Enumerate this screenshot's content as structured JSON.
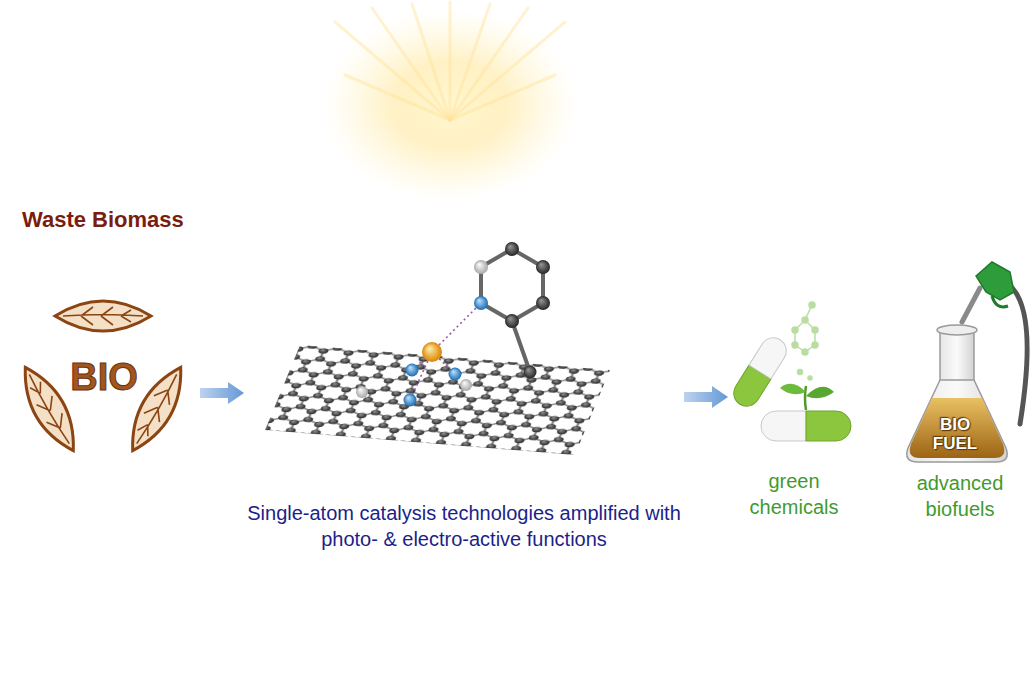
{
  "diagram": {
    "nodes": [
      {
        "text": [
          "BIO"
        ]
      },
      {
        "text": [
          "Single-atom catalysis technologies amplified with photo- & electro-active functions"
        ]
      },
      {
        "text": [
          "green chemicals"
        ]
      },
      {
        "text": [
          "BIO FUEL",
          "advanced biofuels"
        ]
      }
    ],
    "edges": [
      {
        "from": 0,
        "to": 1,
        "arrow": "to"
      },
      {
        "from": 1,
        "to": 2,
        "arrow": "to"
      }
    ],
    "labels": [
      "Waste Biomass"
    ]
  }
}
